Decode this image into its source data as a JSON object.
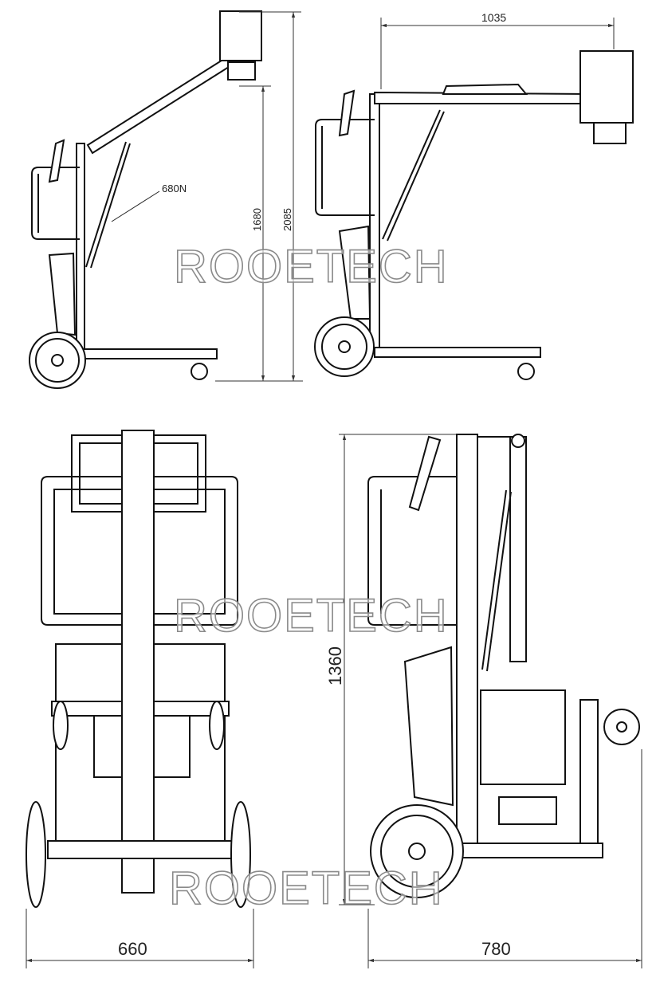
{
  "title": "Mobile X-ray unit dimension drawing",
  "watermark": "ROOETECH",
  "dimensions": {
    "arm_reach": "1035",
    "gas_spring_force": "680N",
    "head_height_min": "1680",
    "head_height_max": "2085",
    "folded_height": "1360",
    "width": "660",
    "folded_length": "780"
  },
  "views": [
    "side-view-raised",
    "side-view-extended",
    "front-view",
    "side-view-folded"
  ]
}
